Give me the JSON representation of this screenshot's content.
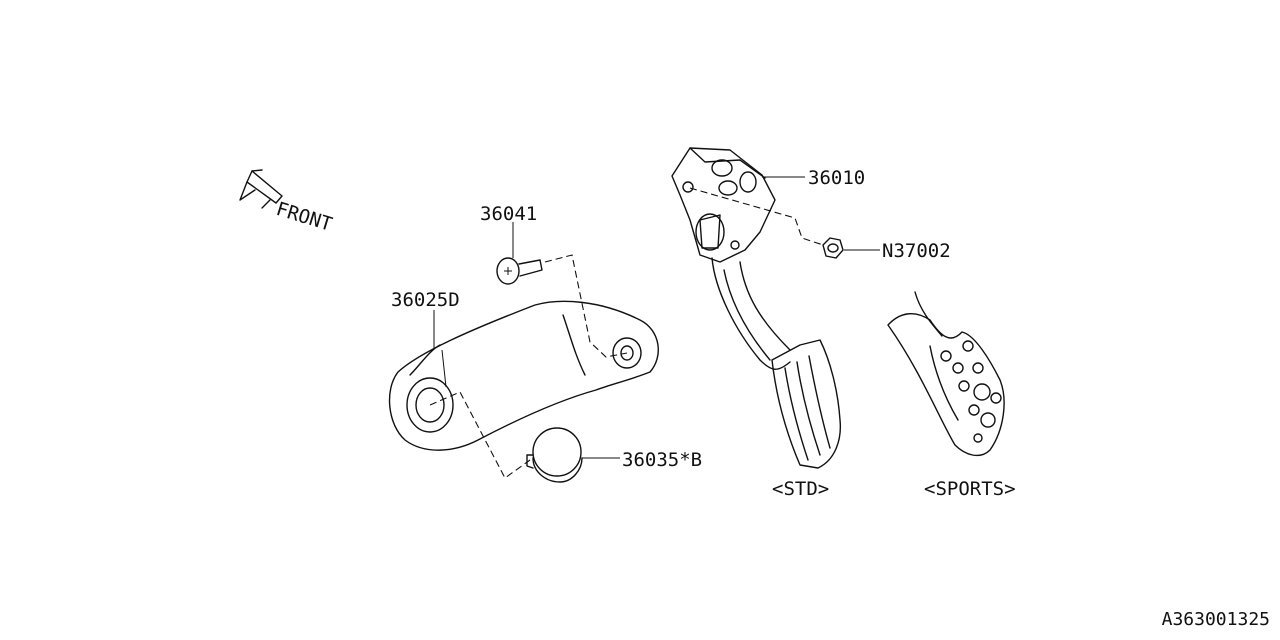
{
  "direction": {
    "label": "FRONT",
    "icon": "front-arrow-icon"
  },
  "parts": [
    {
      "number": "36041"
    },
    {
      "number": "36025D"
    },
    {
      "number": "36035*B"
    },
    {
      "number": "36010"
    },
    {
      "number": "N37002"
    }
  ],
  "variants": {
    "standard": "<STD>",
    "sports": "<SPORTS>"
  },
  "diagram_code": "A363001325"
}
